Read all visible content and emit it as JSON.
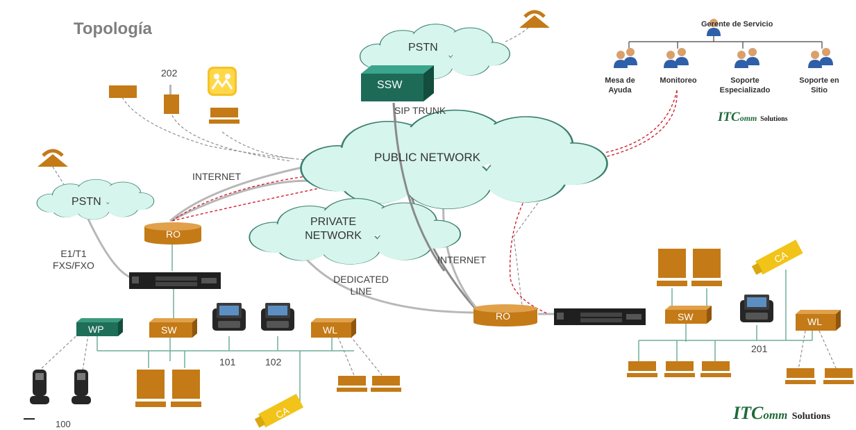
{
  "title": "Topología",
  "clouds": {
    "pstn_top": "PSTN",
    "pstn_left": "PSTN",
    "public": "PUBLIC NETWORK",
    "private_line1": "PRIVATE",
    "private_line2": "NETWORK"
  },
  "devices": {
    "ssw": "SSW",
    "ro_left": "RO",
    "ro_right": "RO",
    "sw_left": "SW",
    "sw_right": "SW",
    "wp": "WP",
    "wl_left": "WL",
    "wl_right": "WL",
    "ca_left": "CA",
    "ca_right": "CA"
  },
  "links": {
    "sip_trunk": "SIP TRUNK",
    "internet_left": "INTERNET",
    "internet_mid": "INTERNET",
    "dedicated_line1": "DEDICATED",
    "dedicated_line2": "LINE",
    "e1t1": "E1/T1",
    "fxsfxo": "FXS/FXO"
  },
  "extensions": {
    "e202": "202",
    "e101": "101",
    "e102": "102",
    "e100": "100",
    "e201": "201"
  },
  "org": {
    "manager": "Gerente de Servicio",
    "mesa_line1": "Mesa de",
    "mesa_line2": "Ayuda",
    "monitoreo": "Monitoreo",
    "soporte_esp_line1": "Soporte",
    "soporte_esp_line2": "Especializado",
    "soporte_sitio_line1": "Soporte en",
    "soporte_sitio_line2": "Sitio"
  },
  "brand": {
    "itc": "ITC",
    "omm": "omm",
    "solutions": "Solutions"
  },
  "colors": {
    "cloud_fill": "#d6f5ec",
    "cloud_stroke": "#3c7f70",
    "device": "#c47a17",
    "ssw": "#1d6b57",
    "wp": "#1f6e57",
    "ca": "#f2c318",
    "wire": "#b7b7b7",
    "dashed": "#8f8f8f",
    "mgmt": "#d1202e"
  }
}
